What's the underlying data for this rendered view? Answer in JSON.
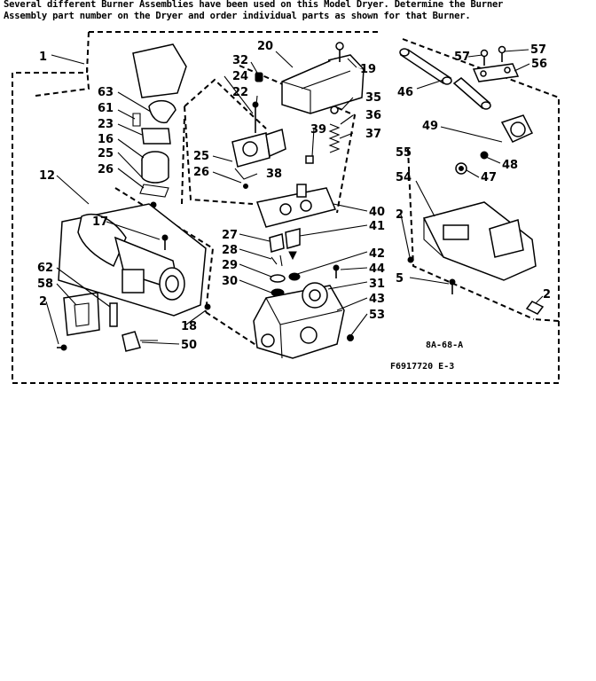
{
  "header_note": {
    "line1": "Several different Burner Assemblies have been used on this Model Dryer.  Determine the Burner",
    "line2": "Assembly part number on the Dryer and order individual parts as shown for that Burner."
  },
  "callouts": [
    "1",
    "20",
    "32",
    "24",
    "22",
    "19",
    "63",
    "61",
    "23",
    "16",
    "25",
    "26",
    "35",
    "36",
    "37",
    "39",
    "38",
    "25",
    "26",
    "12",
    "17",
    "40",
    "41",
    "27",
    "28",
    "29",
    "30",
    "42",
    "44",
    "31",
    "43",
    "53",
    "62",
    "58",
    "2",
    "18",
    "50",
    "57",
    "57",
    "56",
    "46",
    "49",
    "55",
    "54",
    "48",
    "47",
    "2",
    "5",
    "2"
  ],
  "drawing_codes": {
    "view_code": "8A-68-A",
    "drawing_number": "F6917720 E-3"
  }
}
